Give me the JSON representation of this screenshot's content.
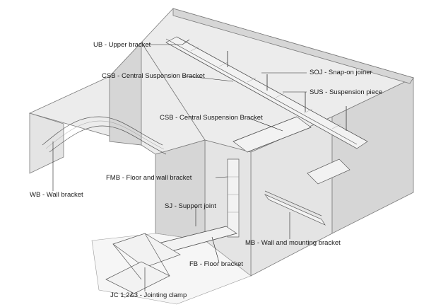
{
  "labels": {
    "ub": "UB - Upper bracket",
    "csb_top": "CSB - Central Suspension Bracket",
    "soj": "SOJ - Snap-on joiner",
    "sus": "SUS - Suspension piece",
    "csb_mid": "CSB - Central Suspension Bracket",
    "wb": "WB - Wall bracket",
    "fmb": "FMB - Floor and wall bracket",
    "sj": "SJ - Support joint",
    "mb": "MB - Wall and mounting bracket",
    "fb": "FB - Floor bracket",
    "jc": "JC 1,2&3 - Jointing clamp"
  },
  "colors": {
    "wall_top": "#ececec",
    "wall_side": "#d6d6d6",
    "line": "#5a5a5a"
  }
}
